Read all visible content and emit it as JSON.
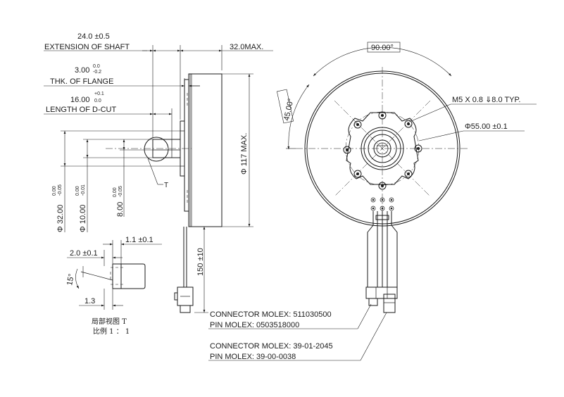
{
  "side_view": {
    "shaft_ext": {
      "value": "24.0 ±0.5",
      "label": "EXTENSION OF SHAFT"
    },
    "max_len": "32.0MAX.",
    "flange": {
      "value": "3.00",
      "tol_up": "0.0",
      "tol_dn": "-0.2",
      "label": "THK.  OF  FLANGE"
    },
    "dcut": {
      "value": "16.00",
      "tol_up": "+0.1",
      "tol_dn": "0.0",
      "label": "LENGTH OF D-CUT"
    },
    "dia_max": "Φ 117 MAX.",
    "d32": {
      "value": "Φ 32.00",
      "tol_up": "0.00",
      "tol_dn": "-0.05"
    },
    "d10": {
      "value": "Φ 10.00",
      "tol_up": "0.00",
      "tol_dn": "-0.01"
    },
    "d8": {
      "value": "8.00",
      "tol_up": "0.00",
      "tol_dn": "-0.05"
    },
    "detail_tag": "T",
    "lead_len": "150 ±10"
  },
  "detail": {
    "d11": "1.1 ±0.1",
    "d20": "2.0 ±0.1",
    "angle": "15°",
    "d13": "1.3",
    "caption_1": "局部视图  T",
    "caption_2": "比例  1 ： 1"
  },
  "front_view": {
    "angle_90": "90.00°",
    "angle_45": "45.00°",
    "screw": "M5 X 0.8 ⇓8.0 TYP.",
    "bolt_circle": "Φ55.00 ±0.1"
  },
  "connectors": {
    "c1": "CONNECTOR MOLEX: 511030500",
    "p1": "PIN MOLEX: 0503518000",
    "c2": "CONNECTOR MOLEX: 39-01-2045",
    "p2": "PIN MOLEX: 39-00-0038"
  }
}
